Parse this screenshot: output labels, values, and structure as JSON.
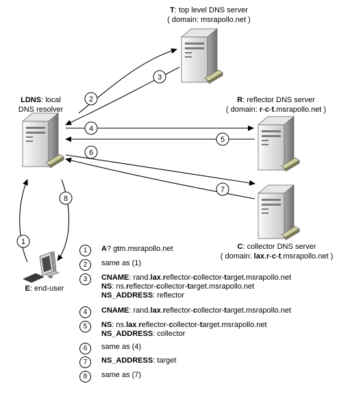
{
  "servers": {
    "top": {
      "name": "T",
      "line1": ": top level DNS server",
      "line2": "( domain: msrapollo.net )"
    },
    "reflector": {
      "name": "R",
      "line1": ": reflector DNS server",
      "line2_pre": "( domain: ",
      "line2_bold1": "r",
      "line2_mid1": "-",
      "line2_bold2": "c",
      "line2_mid2": "-",
      "line2_bold3": "t",
      "line2_post": ".msrapollo.net )"
    },
    "collector": {
      "name": "C",
      "line1": ": collector DNS server",
      "line2_pre": "( domain: ",
      "line2_bold1": "lax",
      "line2_mid1": ".",
      "line2_bold2": "r",
      "line2_mid2": "-",
      "line2_bold3": "c",
      "line2_mid3": "-",
      "line2_bold4": "t",
      "line2_post": ".msrapollo.net )"
    },
    "ldns": {
      "name": "LDNS",
      "line1": ": local",
      "line2": "DNS resolver"
    },
    "user": {
      "name": "E",
      "line1": ": end-user"
    }
  },
  "arrow_numbers": [
    "1",
    "2",
    "3",
    "4",
    "5",
    "6",
    "7",
    "8"
  ],
  "legend": [
    {
      "num": "1",
      "lines": [
        [
          [
            "b",
            "A"
          ],
          [
            "t",
            "? gtm.msrapollo.net"
          ]
        ]
      ]
    },
    {
      "num": "2",
      "lines": [
        [
          [
            "t",
            "same as (1)"
          ]
        ]
      ]
    },
    {
      "num": "3",
      "lines": [
        [
          [
            "b",
            "CNAME"
          ],
          [
            "t",
            ": rand."
          ],
          [
            "b",
            "lax"
          ],
          [
            "t",
            "."
          ],
          [
            "b",
            "r"
          ],
          [
            "t",
            "eflector-"
          ],
          [
            "b",
            "c"
          ],
          [
            "t",
            "ollector-"
          ],
          [
            "b",
            "t"
          ],
          [
            "t",
            "arget.msrapollo.net"
          ]
        ],
        [
          [
            "b",
            "NS"
          ],
          [
            "t",
            ": ns."
          ],
          [
            "b",
            "r"
          ],
          [
            "t",
            "eflector-"
          ],
          [
            "b",
            "c"
          ],
          [
            "t",
            "ollector-"
          ],
          [
            "b",
            "t"
          ],
          [
            "t",
            "arget.msrapollo.net"
          ]
        ],
        [
          [
            "b",
            "NS_ADDRESS"
          ],
          [
            "t",
            ": reflector"
          ]
        ]
      ]
    },
    {
      "num": "4",
      "lines": [
        [
          [
            "b",
            "CNAME"
          ],
          [
            "t",
            ": rand."
          ],
          [
            "b",
            "lax"
          ],
          [
            "t",
            "."
          ],
          [
            "b",
            "r"
          ],
          [
            "t",
            "eflector-"
          ],
          [
            "b",
            "c"
          ],
          [
            "t",
            "ollector-"
          ],
          [
            "b",
            "t"
          ],
          [
            "t",
            "arget.msrapollo.net"
          ]
        ]
      ]
    },
    {
      "num": "5",
      "lines": [
        [
          [
            "b",
            "NS"
          ],
          [
            "t",
            ": ns."
          ],
          [
            "b",
            "lax"
          ],
          [
            "t",
            "."
          ],
          [
            "b",
            "r"
          ],
          [
            "t",
            "eflector-"
          ],
          [
            "b",
            "c"
          ],
          [
            "t",
            "ollector-"
          ],
          [
            "b",
            "t"
          ],
          [
            "t",
            "arget.msrapollo.net"
          ]
        ],
        [
          [
            "b",
            "NS_ADDRESS"
          ],
          [
            "t",
            ": collector"
          ]
        ]
      ]
    },
    {
      "num": "6",
      "lines": [
        [
          [
            "t",
            "same as (4)"
          ]
        ]
      ]
    },
    {
      "num": "7",
      "lines": [
        [
          [
            "b",
            "NS_ADDRESS"
          ],
          [
            "t",
            ": target"
          ]
        ]
      ]
    },
    {
      "num": "8",
      "lines": [
        [
          [
            "t",
            "same as (7)"
          ]
        ]
      ]
    }
  ]
}
